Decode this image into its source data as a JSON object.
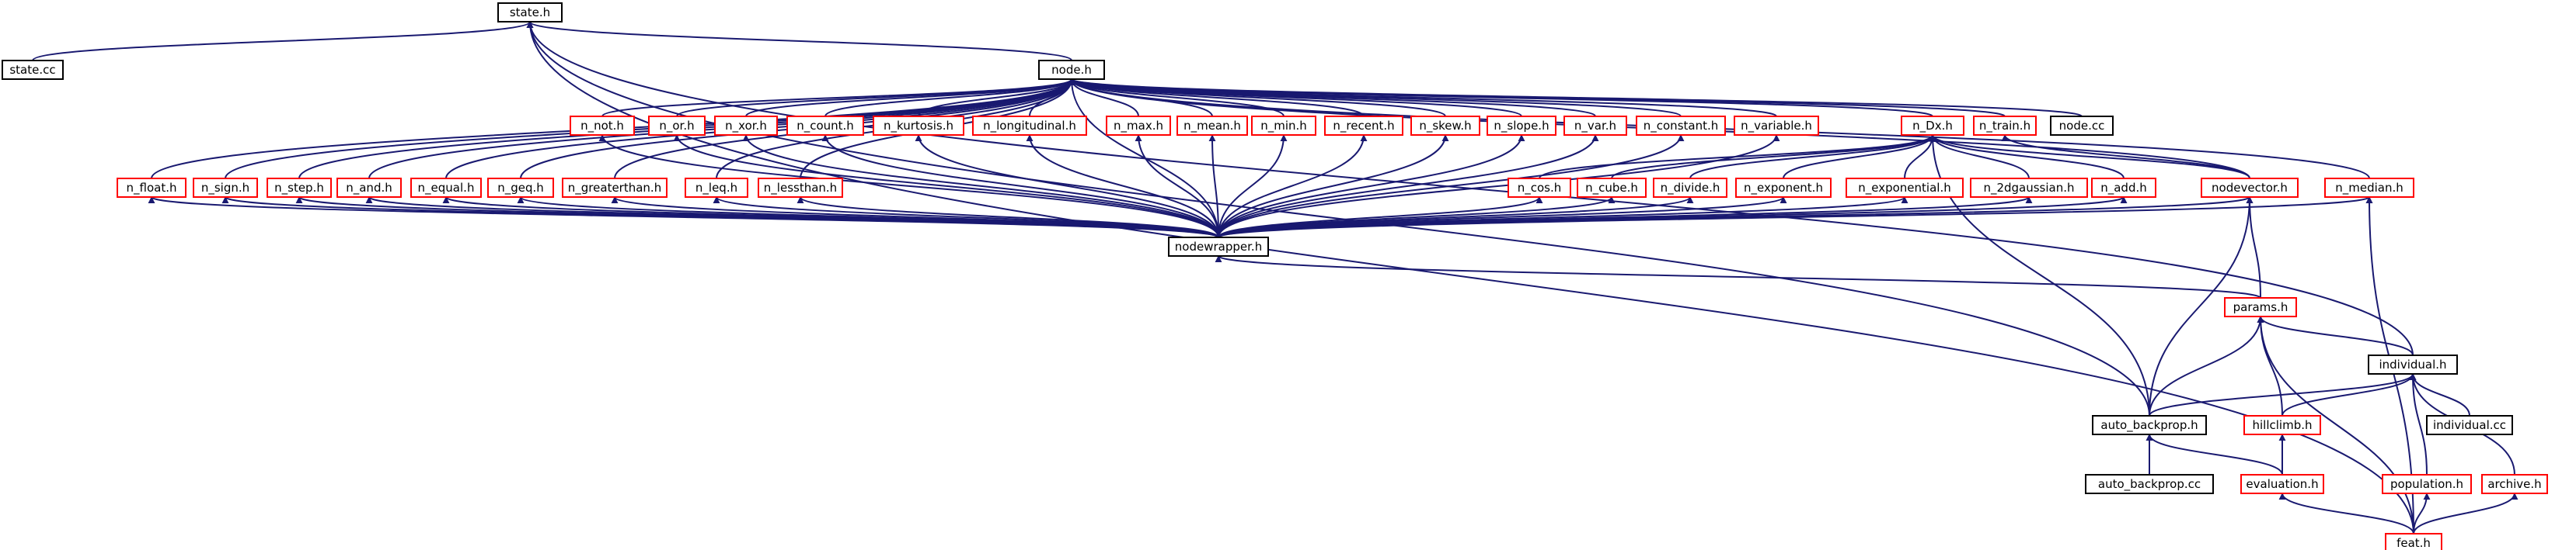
{
  "diagram": {
    "title": "",
    "colors": {
      "edge": "#191970",
      "documented_border": "#000000",
      "linked_border": "#ff0000",
      "focus_fill": "#bfbfbf"
    },
    "nodes": [
      {
        "id": "state_h",
        "label": "state.h",
        "kind": "focus"
      },
      {
        "id": "state_cc",
        "label": "state.cc",
        "kind": "plain"
      },
      {
        "id": "node_h",
        "label": "node.h",
        "kind": "plain"
      },
      {
        "id": "n_not",
        "label": "n_not.h",
        "kind": "linked"
      },
      {
        "id": "n_or",
        "label": "n_or.h",
        "kind": "linked"
      },
      {
        "id": "n_xor",
        "label": "n_xor.h",
        "kind": "linked"
      },
      {
        "id": "n_count",
        "label": "n_count.h",
        "kind": "linked"
      },
      {
        "id": "n_kurtosis",
        "label": "n_kurtosis.h",
        "kind": "linked"
      },
      {
        "id": "n_longitudinal",
        "label": "n_longitudinal.h",
        "kind": "linked"
      },
      {
        "id": "n_max",
        "label": "n_max.h",
        "kind": "linked"
      },
      {
        "id": "n_mean",
        "label": "n_mean.h",
        "kind": "linked"
      },
      {
        "id": "n_min",
        "label": "n_min.h",
        "kind": "linked"
      },
      {
        "id": "n_recent",
        "label": "n_recent.h",
        "kind": "linked"
      },
      {
        "id": "n_skew",
        "label": "n_skew.h",
        "kind": "linked"
      },
      {
        "id": "n_slope",
        "label": "n_slope.h",
        "kind": "linked"
      },
      {
        "id": "n_var",
        "label": "n_var.h",
        "kind": "linked"
      },
      {
        "id": "n_constant",
        "label": "n_constant.h",
        "kind": "linked"
      },
      {
        "id": "n_variable",
        "label": "n_variable.h",
        "kind": "linked"
      },
      {
        "id": "n_Dx",
        "label": "n_Dx.h",
        "kind": "linked"
      },
      {
        "id": "n_train",
        "label": "n_train.h",
        "kind": "linked"
      },
      {
        "id": "node_cc",
        "label": "node.cc",
        "kind": "plain"
      },
      {
        "id": "n_float",
        "label": "n_float.h",
        "kind": "linked"
      },
      {
        "id": "n_sign",
        "label": "n_sign.h",
        "kind": "linked"
      },
      {
        "id": "n_step",
        "label": "n_step.h",
        "kind": "linked"
      },
      {
        "id": "n_and",
        "label": "n_and.h",
        "kind": "linked"
      },
      {
        "id": "n_equal",
        "label": "n_equal.h",
        "kind": "linked"
      },
      {
        "id": "n_geq",
        "label": "n_geq.h",
        "kind": "linked"
      },
      {
        "id": "n_greaterthan",
        "label": "n_greaterthan.h",
        "kind": "linked"
      },
      {
        "id": "n_leq",
        "label": "n_leq.h",
        "kind": "linked"
      },
      {
        "id": "n_lessthan",
        "label": "n_lessthan.h",
        "kind": "linked"
      },
      {
        "id": "n_cos",
        "label": "n_cos.h",
        "kind": "linked"
      },
      {
        "id": "n_cube",
        "label": "n_cube.h",
        "kind": "linked"
      },
      {
        "id": "n_divide",
        "label": "n_divide.h",
        "kind": "linked"
      },
      {
        "id": "n_exponent",
        "label": "n_exponent.h",
        "kind": "linked"
      },
      {
        "id": "n_exponential",
        "label": "n_exponential.h",
        "kind": "linked"
      },
      {
        "id": "n_2dgaussian",
        "label": "n_2dgaussian.h",
        "kind": "linked"
      },
      {
        "id": "n_add",
        "label": "n_add.h",
        "kind": "linked"
      },
      {
        "id": "nodevector",
        "label": "nodevector.h",
        "kind": "linked"
      },
      {
        "id": "n_median",
        "label": "n_median.h",
        "kind": "linked"
      },
      {
        "id": "nodewrapper",
        "label": "nodewrapper.h",
        "kind": "plain"
      },
      {
        "id": "params",
        "label": "params.h",
        "kind": "linked"
      },
      {
        "id": "individual_h",
        "label": "individual.h",
        "kind": "plain"
      },
      {
        "id": "auto_backprop_h",
        "label": "auto_backprop.h",
        "kind": "plain"
      },
      {
        "id": "hillclimb",
        "label": "hillclimb.h",
        "kind": "linked"
      },
      {
        "id": "individual_cc",
        "label": "individual.cc",
        "kind": "plain"
      },
      {
        "id": "auto_backprop_cc",
        "label": "auto_backprop.cc",
        "kind": "plain"
      },
      {
        "id": "evaluation",
        "label": "evaluation.h",
        "kind": "linked"
      },
      {
        "id": "population",
        "label": "population.h",
        "kind": "linked"
      },
      {
        "id": "archive",
        "label": "archive.h",
        "kind": "linked"
      },
      {
        "id": "feat",
        "label": "feat.h",
        "kind": "linked"
      }
    ],
    "edges": [
      [
        "state_cc",
        "state_h"
      ],
      [
        "node_h",
        "state_h"
      ],
      [
        "auto_backprop_h",
        "state_h"
      ],
      [
        "individual_h",
        "state_h"
      ],
      [
        "feat",
        "state_h"
      ],
      [
        "n_not",
        "node_h"
      ],
      [
        "n_or",
        "node_h"
      ],
      [
        "n_xor",
        "node_h"
      ],
      [
        "n_count",
        "node_h"
      ],
      [
        "n_kurtosis",
        "node_h"
      ],
      [
        "n_longitudinal",
        "node_h"
      ],
      [
        "n_max",
        "node_h"
      ],
      [
        "n_mean",
        "node_h"
      ],
      [
        "n_min",
        "node_h"
      ],
      [
        "n_recent",
        "node_h"
      ],
      [
        "n_skew",
        "node_h"
      ],
      [
        "n_slope",
        "node_h"
      ],
      [
        "n_var",
        "node_h"
      ],
      [
        "n_constant",
        "node_h"
      ],
      [
        "n_variable",
        "node_h"
      ],
      [
        "n_Dx",
        "node_h"
      ],
      [
        "n_train",
        "node_h"
      ],
      [
        "node_cc",
        "node_h"
      ],
      [
        "n_float",
        "node_h"
      ],
      [
        "n_sign",
        "node_h"
      ],
      [
        "n_step",
        "node_h"
      ],
      [
        "n_and",
        "node_h"
      ],
      [
        "n_equal",
        "node_h"
      ],
      [
        "n_geq",
        "node_h"
      ],
      [
        "n_greaterthan",
        "node_h"
      ],
      [
        "n_leq",
        "node_h"
      ],
      [
        "n_lessthan",
        "node_h"
      ],
      [
        "nodevector",
        "node_h"
      ],
      [
        "n_median",
        "node_h"
      ],
      [
        "nodewrapper",
        "node_h"
      ],
      [
        "nodewrapper",
        "n_not"
      ],
      [
        "nodewrapper",
        "n_or"
      ],
      [
        "nodewrapper",
        "n_xor"
      ],
      [
        "nodewrapper",
        "n_count"
      ],
      [
        "nodewrapper",
        "n_kurtosis"
      ],
      [
        "nodewrapper",
        "n_longitudinal"
      ],
      [
        "nodewrapper",
        "n_max"
      ],
      [
        "nodewrapper",
        "n_mean"
      ],
      [
        "nodewrapper",
        "n_min"
      ],
      [
        "nodewrapper",
        "n_recent"
      ],
      [
        "nodewrapper",
        "n_skew"
      ],
      [
        "nodewrapper",
        "n_slope"
      ],
      [
        "nodewrapper",
        "n_var"
      ],
      [
        "nodewrapper",
        "n_constant"
      ],
      [
        "nodewrapper",
        "n_variable"
      ],
      [
        "nodewrapper",
        "n_float"
      ],
      [
        "nodewrapper",
        "n_sign"
      ],
      [
        "nodewrapper",
        "n_step"
      ],
      [
        "nodewrapper",
        "n_and"
      ],
      [
        "nodewrapper",
        "n_equal"
      ],
      [
        "nodewrapper",
        "n_geq"
      ],
      [
        "nodewrapper",
        "n_greaterthan"
      ],
      [
        "nodewrapper",
        "n_leq"
      ],
      [
        "nodewrapper",
        "n_lessthan"
      ],
      [
        "nodewrapper",
        "n_cos"
      ],
      [
        "nodewrapper",
        "n_cube"
      ],
      [
        "nodewrapper",
        "n_divide"
      ],
      [
        "nodewrapper",
        "n_exponent"
      ],
      [
        "nodewrapper",
        "n_exponential"
      ],
      [
        "nodewrapper",
        "n_2dgaussian"
      ],
      [
        "nodewrapper",
        "n_add"
      ],
      [
        "nodewrapper",
        "nodevector"
      ],
      [
        "nodewrapper",
        "n_median"
      ],
      [
        "n_cos",
        "n_Dx"
      ],
      [
        "n_cube",
        "n_Dx"
      ],
      [
        "n_divide",
        "n_Dx"
      ],
      [
        "n_exponent",
        "n_Dx"
      ],
      [
        "n_exponential",
        "n_Dx"
      ],
      [
        "n_2dgaussian",
        "n_Dx"
      ],
      [
        "n_add",
        "n_Dx"
      ],
      [
        "nodevector",
        "n_Dx"
      ],
      [
        "auto_backprop_h",
        "n_Dx"
      ],
      [
        "nodevector",
        "n_train"
      ],
      [
        "params",
        "nodewrapper"
      ],
      [
        "params",
        "nodevector"
      ],
      [
        "auto_backprop_h",
        "nodevector"
      ],
      [
        "individual_h",
        "params"
      ],
      [
        "auto_backprop_h",
        "params"
      ],
      [
        "hillclimb",
        "params"
      ],
      [
        "feat",
        "params"
      ],
      [
        "auto_backprop_h",
        "individual_h"
      ],
      [
        "hillclimb",
        "individual_h"
      ],
      [
        "individual_cc",
        "individual_h"
      ],
      [
        "population",
        "individual_h"
      ],
      [
        "archive",
        "individual_h"
      ],
      [
        "auto_backprop_cc",
        "auto_backprop_h"
      ],
      [
        "evaluation",
        "auto_backprop_h"
      ],
      [
        "evaluation",
        "hillclimb"
      ],
      [
        "feat",
        "evaluation"
      ],
      [
        "feat",
        "population"
      ],
      [
        "feat",
        "archive"
      ],
      [
        "feat",
        "n_median"
      ]
    ]
  }
}
